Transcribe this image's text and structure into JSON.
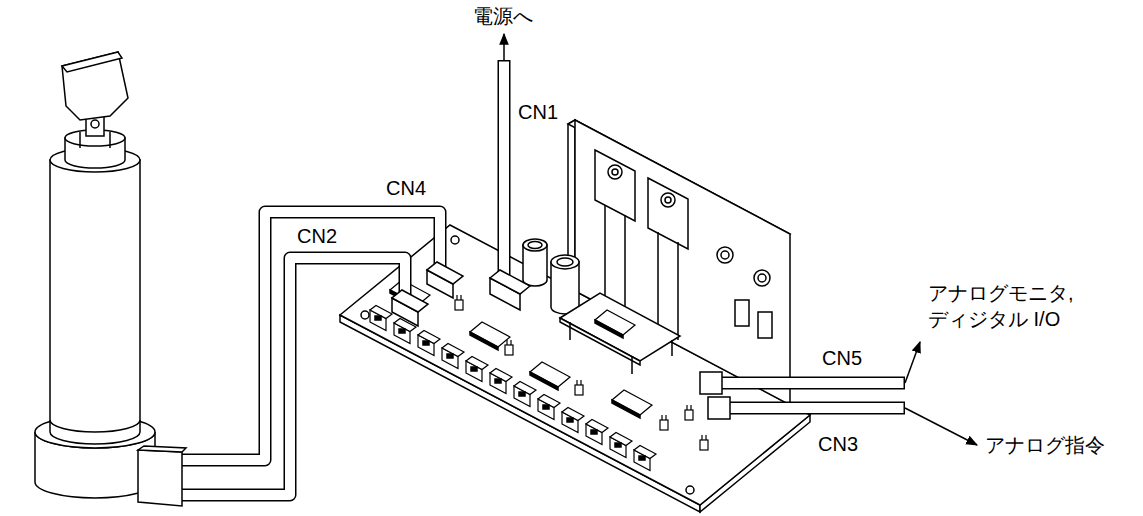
{
  "diagram": {
    "labels": [
      "電源へ",
      "CN1",
      "CN4",
      "CN2",
      "アナログモニタ, ディジタル I/O",
      "CN5",
      "CN3",
      "アナログ指令"
    ]
  }
}
